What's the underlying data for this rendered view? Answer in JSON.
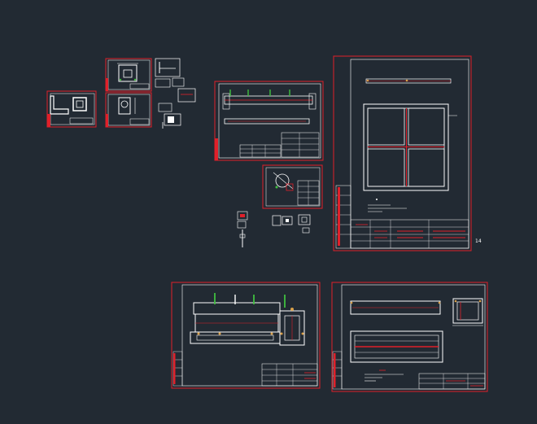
{
  "colors": {
    "background": "#222a33",
    "frame": "#e0202a",
    "line": "#ffffff",
    "accent_green": "#3fbf3f",
    "accent_orange": "#d9a04a"
  },
  "sheets": [
    {
      "id": "sheet-a1",
      "label": ""
    },
    {
      "id": "sheet-a2",
      "label": ""
    },
    {
      "id": "sheet-a3",
      "label": ""
    },
    {
      "id": "sheet-b1",
      "label": ""
    },
    {
      "id": "sheet-b2",
      "label": ""
    },
    {
      "id": "sheet-c1",
      "label": ""
    },
    {
      "id": "sheet-d1",
      "label": ""
    },
    {
      "id": "sheet-d2",
      "label": ""
    }
  ],
  "annotations": {
    "sheet_c1_mark": "14"
  }
}
